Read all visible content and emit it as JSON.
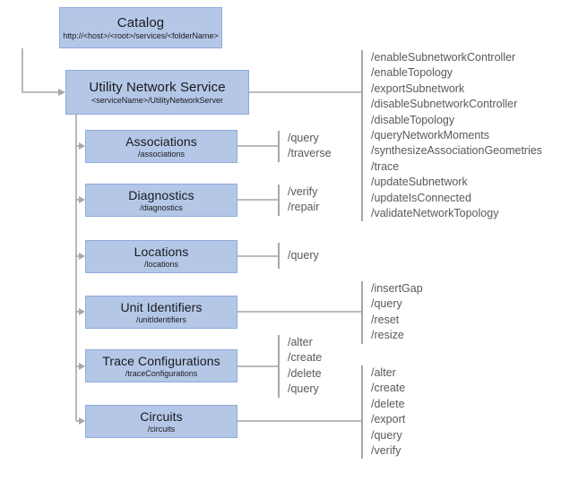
{
  "diagram": {
    "colors": {
      "box_fill": "#b4c7e7",
      "box_border": "#8faadc",
      "connector_line": "#a6a6a6",
      "operation_text": "#595959",
      "title_text": "#1a1a1a"
    },
    "catalog": {
      "title": "Catalog",
      "subtitle": "http://<host>/<root>/services/<folderName>"
    },
    "service": {
      "title": "Utility Network Service",
      "subtitle": "<serviceName>/UtilityNetworkServer",
      "operations": [
        "/enableSubnetworkController",
        "/enableTopology",
        "/exportSubnetwork",
        "/disableSubnetworkController",
        "/disableTopology",
        "/queryNetworkMoments",
        "/synthesizeAssociationGeometries",
        "/trace",
        "/updateSubnetwork",
        "/updateIsConnected",
        "/validateNetworkTopology"
      ]
    },
    "children": [
      {
        "title": "Associations",
        "subtitle": "/associations",
        "operations": [
          "/query",
          "/traverse"
        ]
      },
      {
        "title": "Diagnostics",
        "subtitle": "/diagnostics",
        "operations": [
          "/verify",
          "/repair"
        ]
      },
      {
        "title": "Locations",
        "subtitle": "/locations",
        "operations": [
          "/query"
        ]
      },
      {
        "title": "Unit Identifiers",
        "subtitle": "/unitIdentifiers",
        "operations": [
          "/insertGap",
          "/query",
          "/reset",
          "/resize"
        ]
      },
      {
        "title": "Trace Configurations",
        "subtitle": "/traceConfigurations",
        "operations": [
          "/alter",
          "/create",
          "/delete",
          "/query"
        ]
      },
      {
        "title": "Circuits",
        "subtitle": "/circuits",
        "operations": [
          "/alter",
          "/create",
          "/delete",
          "/export",
          "/query",
          "/verify"
        ]
      }
    ]
  }
}
